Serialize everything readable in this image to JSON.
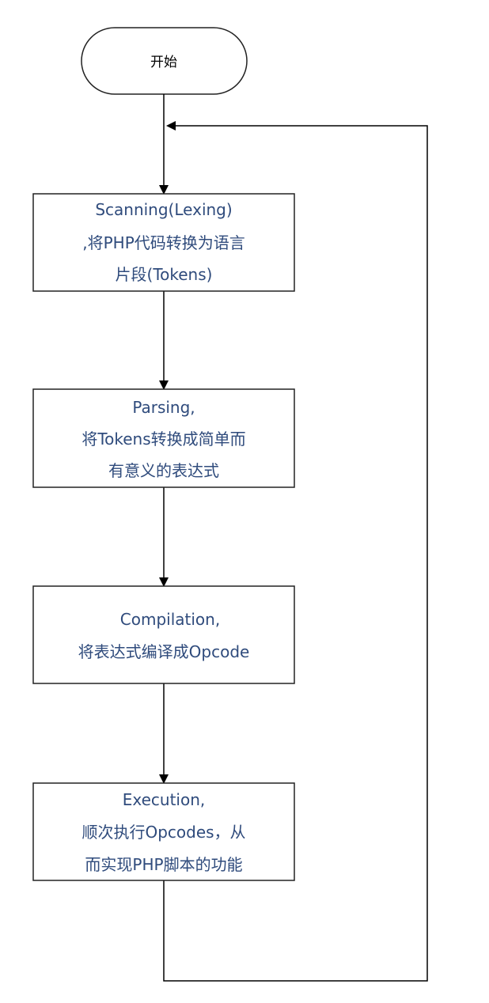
{
  "diagram": {
    "start": {
      "label": "开始"
    },
    "steps": [
      {
        "lines": [
          "Scanning(Lexing)",
          ",将PHP代码转换为语言",
          "片段(Tokens)"
        ]
      },
      {
        "lines": [
          "Parsing,",
          "将Tokens转换成简单而",
          "有意义的表达式"
        ]
      },
      {
        "lines": [
          "Compilation,",
          "将表达式编译成Opcode"
        ]
      },
      {
        "lines": [
          "Execution,",
          "顺次执行Opcodes，从",
          "而实现PHP脚本的功能"
        ]
      }
    ],
    "colors": {
      "line": "#000000",
      "box_border": "#222222",
      "step_text": "#2f4b7c",
      "start_text": "#000000",
      "background": "#ffffff"
    }
  }
}
